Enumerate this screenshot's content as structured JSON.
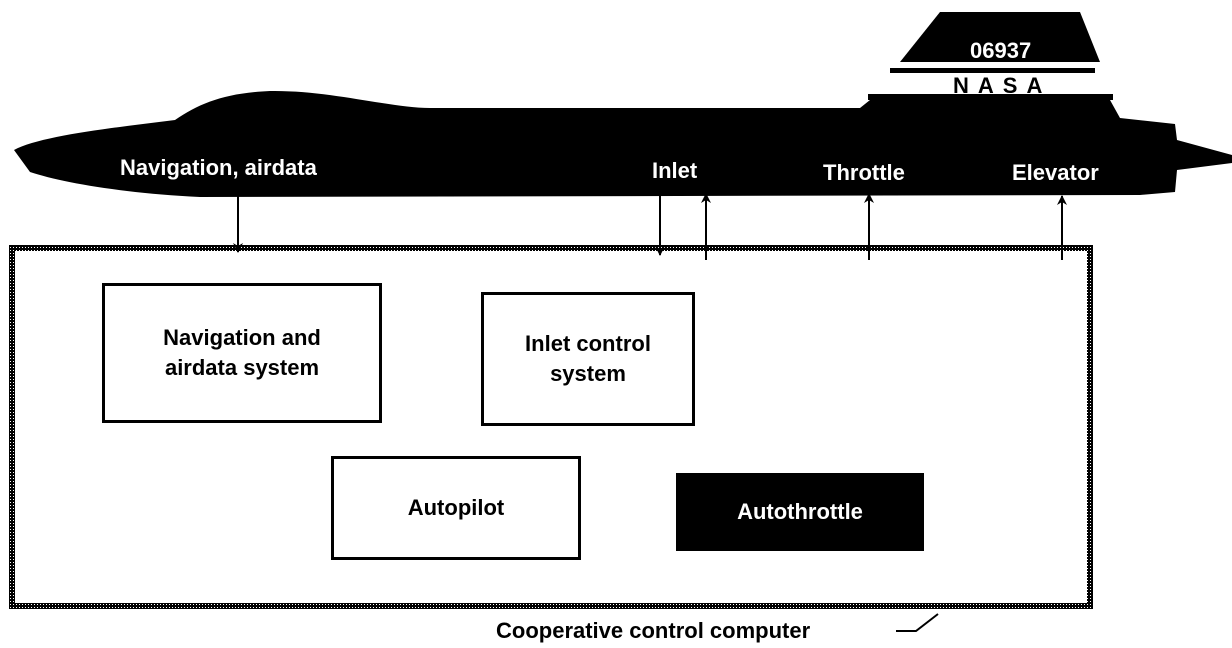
{
  "aircraft": {
    "tail_number": "06937",
    "agency_marking": "NASA"
  },
  "signals": {
    "navigation_airdata": "Navigation, airdata",
    "inlet": "Inlet",
    "throttle": "Throttle",
    "elevator": "Elevator"
  },
  "computer": {
    "caption": "Cooperative control computer",
    "subsystems": {
      "navigation": "Navigation and\nairdata system",
      "inlet_control": "Inlet control\nsystem",
      "autopilot": "Autopilot",
      "autothrottle": "Autothrottle"
    }
  },
  "colors": {
    "aircraft_fill": "#000000",
    "background": "#ffffff",
    "highlight_box": "#000000"
  }
}
